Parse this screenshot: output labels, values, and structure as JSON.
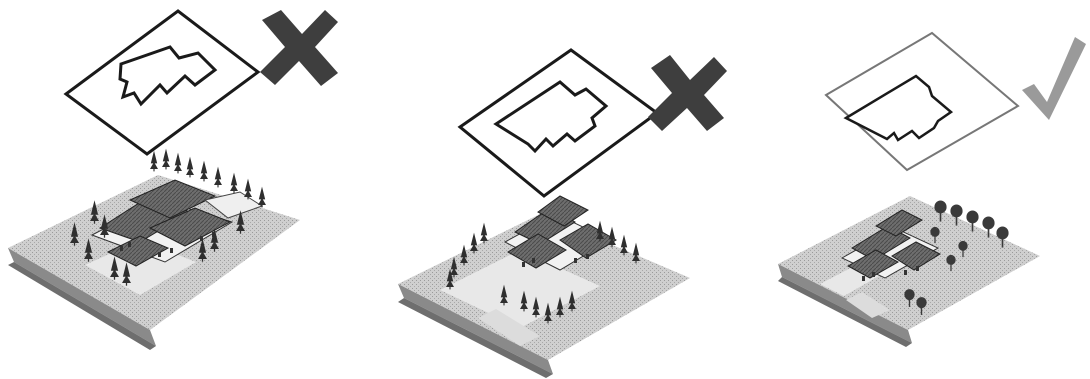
{
  "panels": [
    {
      "id": "panel-1",
      "verdict": "rejected",
      "mark_icon": "cross-icon"
    },
    {
      "id": "panel-2",
      "verdict": "rejected",
      "mark_icon": "cross-icon"
    },
    {
      "id": "panel-3",
      "verdict": "approved",
      "mark_icon": "checkmark-icon"
    }
  ],
  "colors": {
    "outline": "#1a1a1a",
    "outline_light": "#777777",
    "cross": "#3e3e3e",
    "check": "#9a9a9a",
    "ground": "#c8c8c8",
    "ground_dark": "#8a8a8a",
    "road": "#6e6e6e",
    "roof": "#6a6a6a",
    "wall": "#f2f2f2",
    "tree": "#2f2f2f",
    "paving": "#e6e6e6"
  }
}
